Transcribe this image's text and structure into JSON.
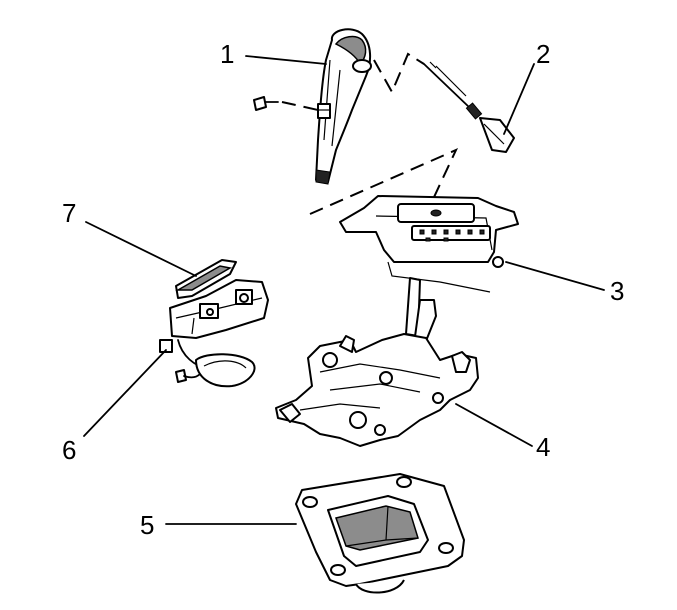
{
  "callouts": [
    {
      "label": "1"
    },
    {
      "label": "2"
    },
    {
      "label": "3"
    },
    {
      "label": "4"
    },
    {
      "label": "5"
    },
    {
      "label": "6"
    },
    {
      "label": "7"
    }
  ],
  "colors": {
    "ink": "#000000",
    "shade": "#8c8c8c",
    "background": "#ffffff"
  }
}
